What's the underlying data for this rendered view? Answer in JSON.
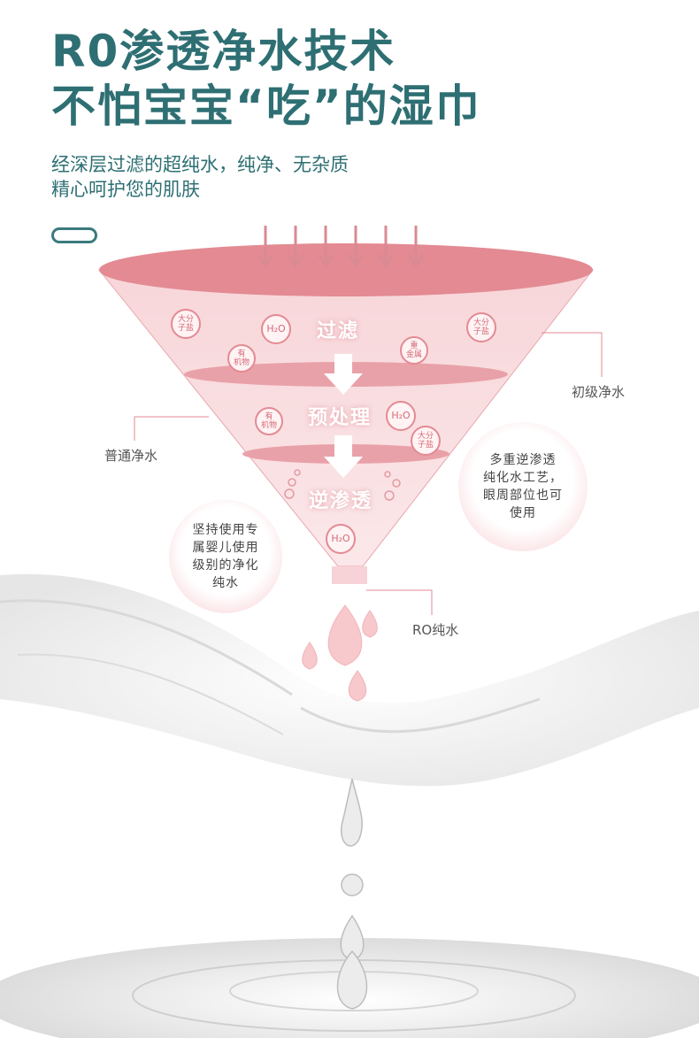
{
  "title": {
    "line1": "R0渗透净水技术",
    "line2": "不怕宝宝“吃”的湿巾"
  },
  "subtitle": {
    "line1": "经深层过滤的超纯水，纯净、无杂质",
    "line2": "精心呵护您的肌肤"
  },
  "stages": {
    "filter": "过滤",
    "pretreat": "预处理",
    "ro": "逆渗透"
  },
  "callouts": {
    "primary": "初级净水",
    "normal": "普通净水",
    "ro_water": "RO纯水"
  },
  "particles": {
    "salt_top": "大分子盐",
    "salt_top_l1": "大分",
    "salt_top_l2": "子盐",
    "h2o": "H₂O",
    "organic_l1": "有",
    "organic_l2": "机物",
    "metal_l1": "重",
    "metal_l2": "金属"
  },
  "bubbles": {
    "right": {
      "line1": "多重逆渗透",
      "line2": "纯化水工艺，",
      "line3": "眼周部位也可",
      "line4": "使用"
    },
    "left": {
      "line1": "坚持使用专",
      "line2": "属婴儿使用",
      "line3": "级别的净化",
      "line4": "纯水"
    }
  },
  "colors": {
    "title": "#2e6f73",
    "funnel": "#e38a93",
    "funnel_light": "#f9dfe1"
  },
  "icons": [
    "down-arrow-icon",
    "water-drop-icon",
    "filter-funnel-icon"
  ]
}
